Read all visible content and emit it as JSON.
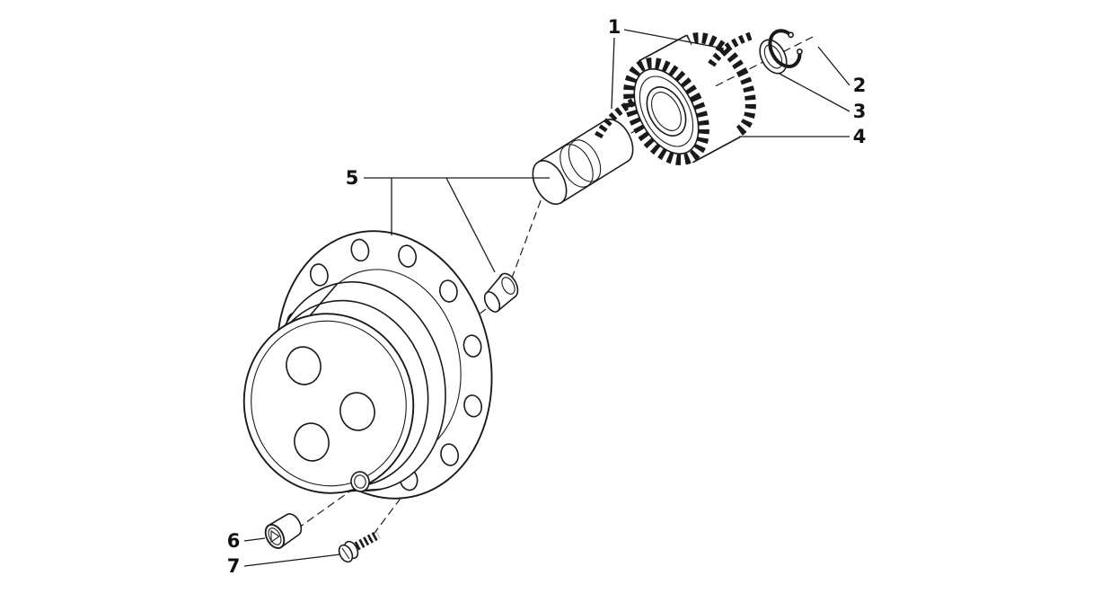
{
  "figure": {
    "background": "#ffffff",
    "line_color": "#1a1a1a",
    "callouts": [
      {
        "id": "1",
        "label": "1",
        "part": "needle-roller-cages"
      },
      {
        "id": "2",
        "label": "2",
        "part": "snap-ring"
      },
      {
        "id": "3",
        "label": "3",
        "part": "washer"
      },
      {
        "id": "4",
        "label": "4",
        "part": "gear"
      },
      {
        "id": "5",
        "label": "5",
        "part": "shaft-and-hub-assembly"
      },
      {
        "id": "6",
        "label": "6",
        "part": "plug"
      },
      {
        "id": "7",
        "label": "7",
        "part": "screw"
      }
    ]
  }
}
